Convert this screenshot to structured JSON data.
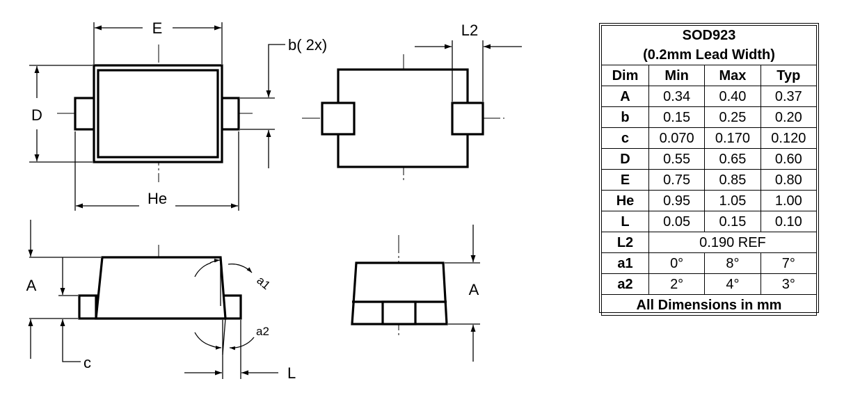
{
  "labels": {
    "E": "E",
    "D": "D",
    "He": "He",
    "b": "b(  2x)",
    "L2": "L2",
    "A_left": "A",
    "A_right": "A",
    "c": "c",
    "L": "L",
    "a1": "a1",
    "a2": "a2"
  },
  "table": {
    "title_line1": "SOD923",
    "title_line2": "(0.2mm Lead Width)",
    "headers": [
      "Dim",
      "Min",
      "Max",
      "Typ"
    ],
    "rows": [
      {
        "dim": "A",
        "min": "0.34",
        "max": "0.40",
        "typ": "0.37"
      },
      {
        "dim": "b",
        "min": "0.15",
        "max": "0.25",
        "typ": "0.20"
      },
      {
        "dim": "c",
        "min": "0.070",
        "max": "0.170",
        "typ": "0.120"
      },
      {
        "dim": "D",
        "min": "0.55",
        "max": "0.65",
        "typ": "0.60"
      },
      {
        "dim": "E",
        "min": "0.75",
        "max": "0.85",
        "typ": "0.80"
      },
      {
        "dim": "He",
        "min": "0.95",
        "max": "1.05",
        "typ": "1.00"
      },
      {
        "dim": "L",
        "min": "0.05",
        "max": "0.15",
        "typ": "0.10"
      }
    ],
    "l2_row": {
      "dim": "L2",
      "value": "0.190 REF"
    },
    "angle_rows": [
      {
        "dim": "a1",
        "min": "0°",
        "max": "8°",
        "typ": "7°"
      },
      {
        "dim": "a2",
        "min": "2°",
        "max": "4°",
        "typ": "3°"
      }
    ],
    "footer": "All Dimensions in mm"
  }
}
